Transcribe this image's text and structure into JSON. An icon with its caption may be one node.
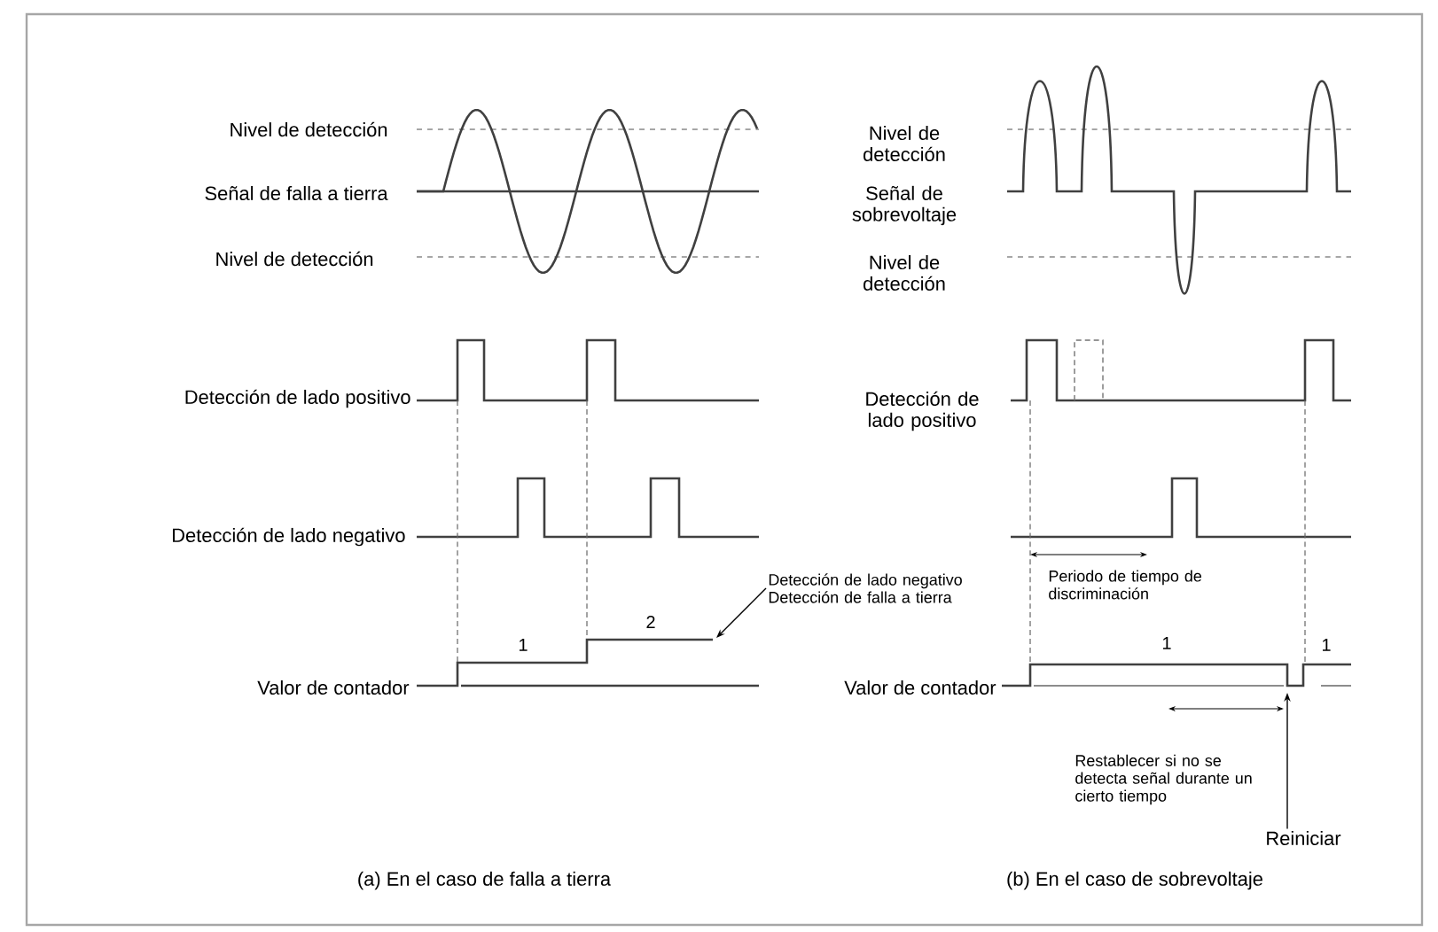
{
  "diagram": {
    "nodes": [
      {
        "text": [
          "Detección de lado negativo",
          "Detección de falla a tierra"
        ]
      },
      {
        "text": [
          "Reiniciar"
        ]
      }
    ],
    "edges": [
      {
        "from": 0,
        "to": null,
        "arrow": "to"
      },
      {
        "from": 1,
        "to": null,
        "arrow": "to"
      }
    ],
    "labels": [
      "Nivel de detección",
      "Señal de falla a tierra",
      "Nivel de detección",
      "Detección de lado positivo",
      "Detección de lado negativo",
      "1",
      "2",
      "Valor de contador",
      "Nivel de detección",
      "Señal de sobrevoltaje",
      "Nivel de detección",
      "Detección de lado positivo",
      "Periodo de tiempo de discriminación",
      "1",
      "1",
      "Valor de contador",
      "Restablecer si no se detecta señal durante un cierto tiempo",
      "(a) En el caso de falla a tierra",
      "(b) En el caso de sobrevoltaje"
    ]
  }
}
